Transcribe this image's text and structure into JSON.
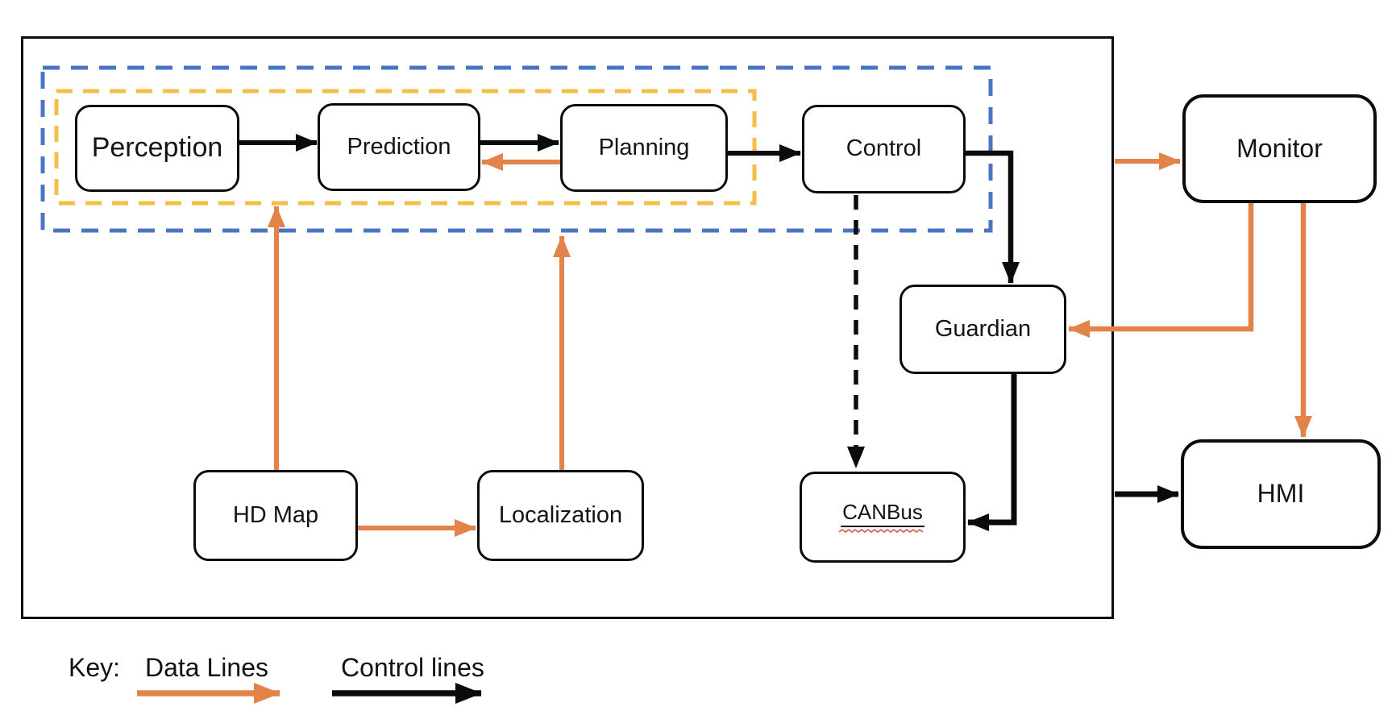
{
  "diagram": {
    "nodes": {
      "perception": {
        "label": "Perception"
      },
      "prediction": {
        "label": "Prediction"
      },
      "planning": {
        "label": "Planning"
      },
      "control": {
        "label": "Control"
      },
      "guardian": {
        "label": "Guardian"
      },
      "canbus": {
        "label": "CANBus"
      },
      "hd_map": {
        "label": "HD Map"
      },
      "localization": {
        "label": "Localization"
      },
      "monitor": {
        "label": "Monitor"
      },
      "hmi": {
        "label": "HMI"
      }
    },
    "groups": {
      "blue_dashed": {
        "members": [
          "perception",
          "prediction",
          "planning",
          "control"
        ]
      },
      "yellow_dashed": {
        "members": [
          "perception",
          "prediction",
          "planning"
        ]
      }
    },
    "edges": [
      {
        "from": "perception",
        "to": "prediction",
        "type": "control"
      },
      {
        "from": "prediction",
        "to": "planning",
        "type": "control"
      },
      {
        "from": "planning",
        "to": "prediction",
        "type": "data"
      },
      {
        "from": "planning",
        "to": "control",
        "type": "control"
      },
      {
        "from": "control",
        "to": "guardian",
        "type": "control"
      },
      {
        "from": "control",
        "to": "canbus",
        "type": "control-dashed"
      },
      {
        "from": "guardian",
        "to": "canbus",
        "type": "control"
      },
      {
        "from": "hd_map",
        "to": "perception",
        "type": "data"
      },
      {
        "from": "hd_map",
        "to": "localization",
        "type": "data"
      },
      {
        "from": "localization",
        "to": "planning",
        "type": "data"
      },
      {
        "from": "system",
        "to": "monitor",
        "type": "data"
      },
      {
        "from": "monitor",
        "to": "guardian",
        "type": "data"
      },
      {
        "from": "monitor",
        "to": "hmi",
        "type": "data"
      },
      {
        "from": "system",
        "to": "hmi",
        "type": "control"
      }
    ],
    "legend": {
      "key_label": "Key:",
      "items": [
        {
          "label": "Data Lines",
          "type": "data"
        },
        {
          "label": "Control lines",
          "type": "control"
        }
      ]
    },
    "colors": {
      "data_line": "#E2834A",
      "control_line": "#0B0B0B",
      "outer_group": "#4A74C4",
      "inner_group": "#F3BF48",
      "spellcheck_red": "#E4554A"
    }
  }
}
